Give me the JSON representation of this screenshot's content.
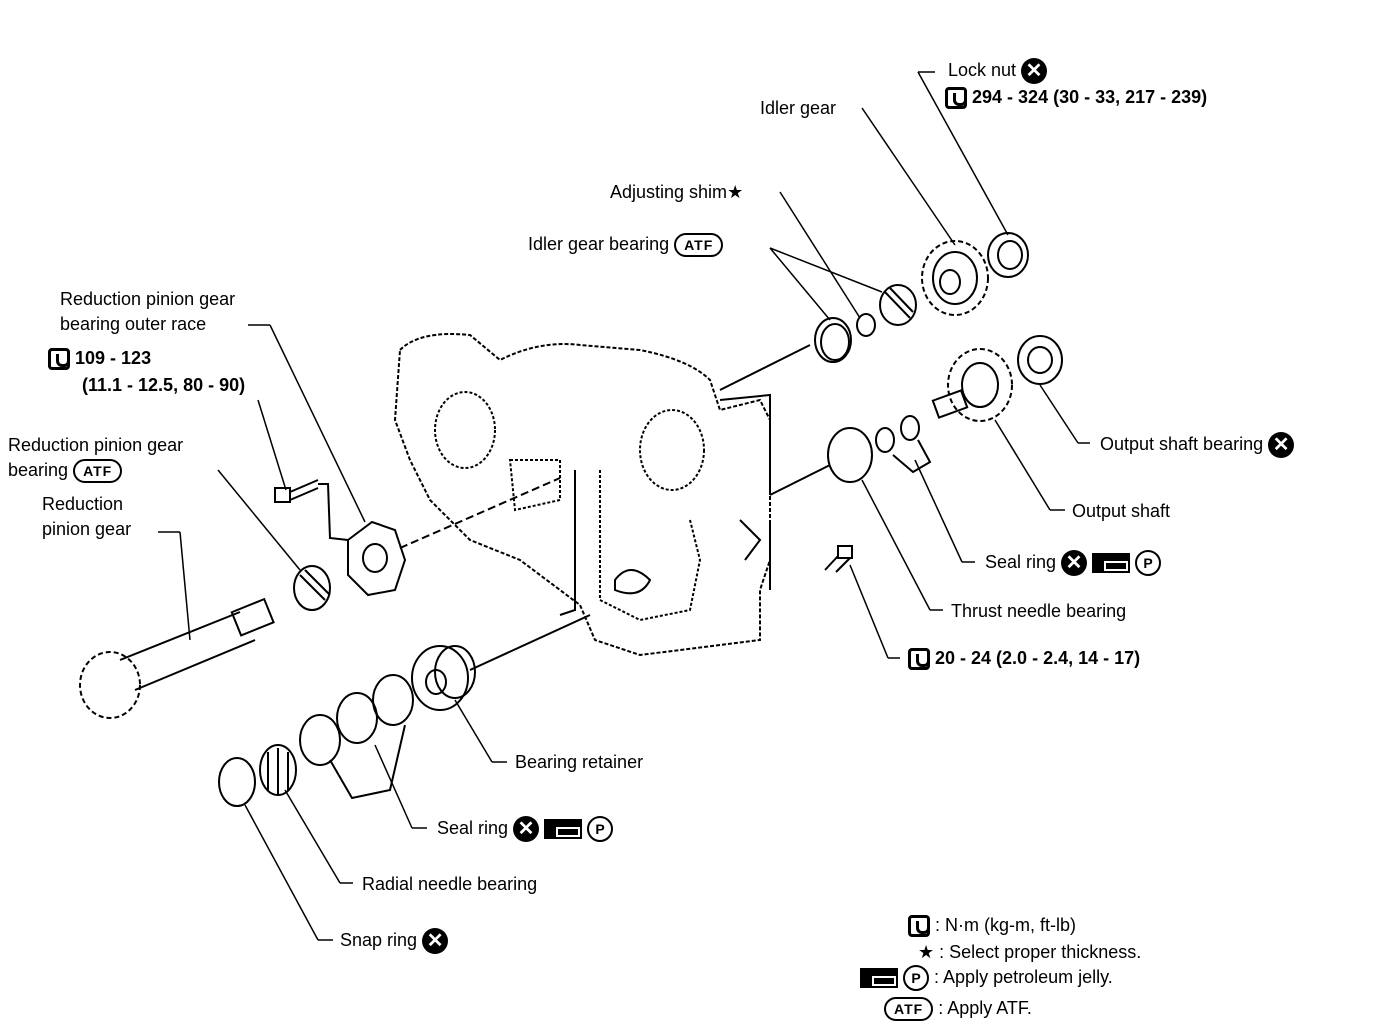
{
  "labels": {
    "lock_nut": "Lock nut",
    "lock_nut_torque": "294 - 324 (30 - 33, 217 - 239)",
    "idler_gear": "Idler gear",
    "adjusting_shim": "Adjusting shim",
    "idler_gear_bearing": "Idler gear bearing",
    "rp_outer_race_line1": "Reduction pinion gear",
    "rp_outer_race_line2": "bearing outer race",
    "rp_torque_line1": "109 - 123",
    "rp_torque_line2": "(11.1 - 12.5, 80 - 90)",
    "rp_bearing_line1": "Reduction pinion gear",
    "rp_bearing_line2": "bearing",
    "rp_gear_line1": "Reduction",
    "rp_gear_line2": "pinion gear",
    "output_shaft_bearing": "Output shaft bearing",
    "output_shaft": "Output shaft",
    "seal_ring_right": "Seal ring",
    "thrust_needle_bearing": "Thrust needle bearing",
    "bolt_torque": "20 - 24 (2.0 - 2.4, 14 - 17)",
    "bearing_retainer": "Bearing retainer",
    "seal_ring_left": "Seal ring",
    "radial_needle_bearing": "Radial needle bearing",
    "snap_ring": "Snap ring"
  },
  "symbols": {
    "atf": "ATF",
    "p": "P",
    "x": "✕",
    "star": "★"
  },
  "legend": {
    "torque": ": N·m (kg-m, ft-lb)",
    "star": ": Select proper thickness.",
    "jelly": ": Apply petroleum jelly.",
    "atf": ": Apply ATF."
  }
}
